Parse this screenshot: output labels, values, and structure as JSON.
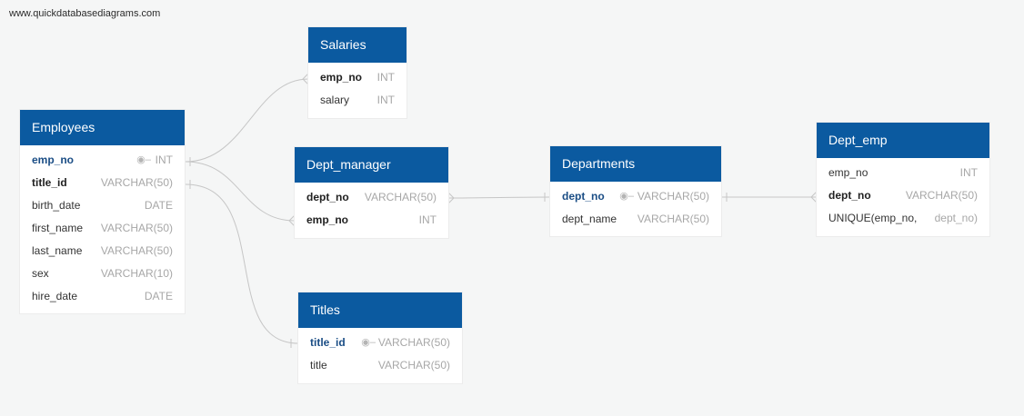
{
  "site": {
    "url": "www.quickdatabasediagrams.com"
  },
  "colors": {
    "header": "#0b5aa0",
    "pk_text": "#1a4d85",
    "type_text": "#a7a7a7",
    "line": "#c6c6c6"
  },
  "tables": {
    "salaries": {
      "title": "Salaries",
      "columns": [
        {
          "name": "emp_no",
          "type": "INT"
        },
        {
          "name": "salary",
          "type": "INT"
        }
      ]
    },
    "employees": {
      "title": "Employees",
      "columns": [
        {
          "name": "emp_no",
          "type": "INT"
        },
        {
          "name": "title_id",
          "type": "VARCHAR(50)"
        },
        {
          "name": "birth_date",
          "type": "DATE"
        },
        {
          "name": "first_name",
          "type": "VARCHAR(50)"
        },
        {
          "name": "last_name",
          "type": "VARCHAR(50)"
        },
        {
          "name": "sex",
          "type": "VARCHAR(10)"
        },
        {
          "name": "hire_date",
          "type": "DATE"
        }
      ]
    },
    "dept_manager": {
      "title": "Dept_manager",
      "columns": [
        {
          "name": "dept_no",
          "type": "VARCHAR(50)"
        },
        {
          "name": "emp_no",
          "type": "INT"
        }
      ]
    },
    "departments": {
      "title": "Departments",
      "columns": [
        {
          "name": "dept_no",
          "type": "VARCHAR(50)"
        },
        {
          "name": "dept_name",
          "type": "VARCHAR(50)"
        }
      ]
    },
    "dept_emp": {
      "title": "Dept_emp",
      "columns": [
        {
          "name": "emp_no",
          "type": "INT"
        },
        {
          "name": "dept_no",
          "type": "VARCHAR(50)"
        },
        {
          "name": "UNIQUE(emp_no,",
          "type": "dept_no)"
        }
      ]
    },
    "titles": {
      "title": "Titles",
      "columns": [
        {
          "name": "title_id",
          "type": "VARCHAR(50)"
        },
        {
          "name": "title",
          "type": "VARCHAR(50)"
        }
      ]
    }
  }
}
